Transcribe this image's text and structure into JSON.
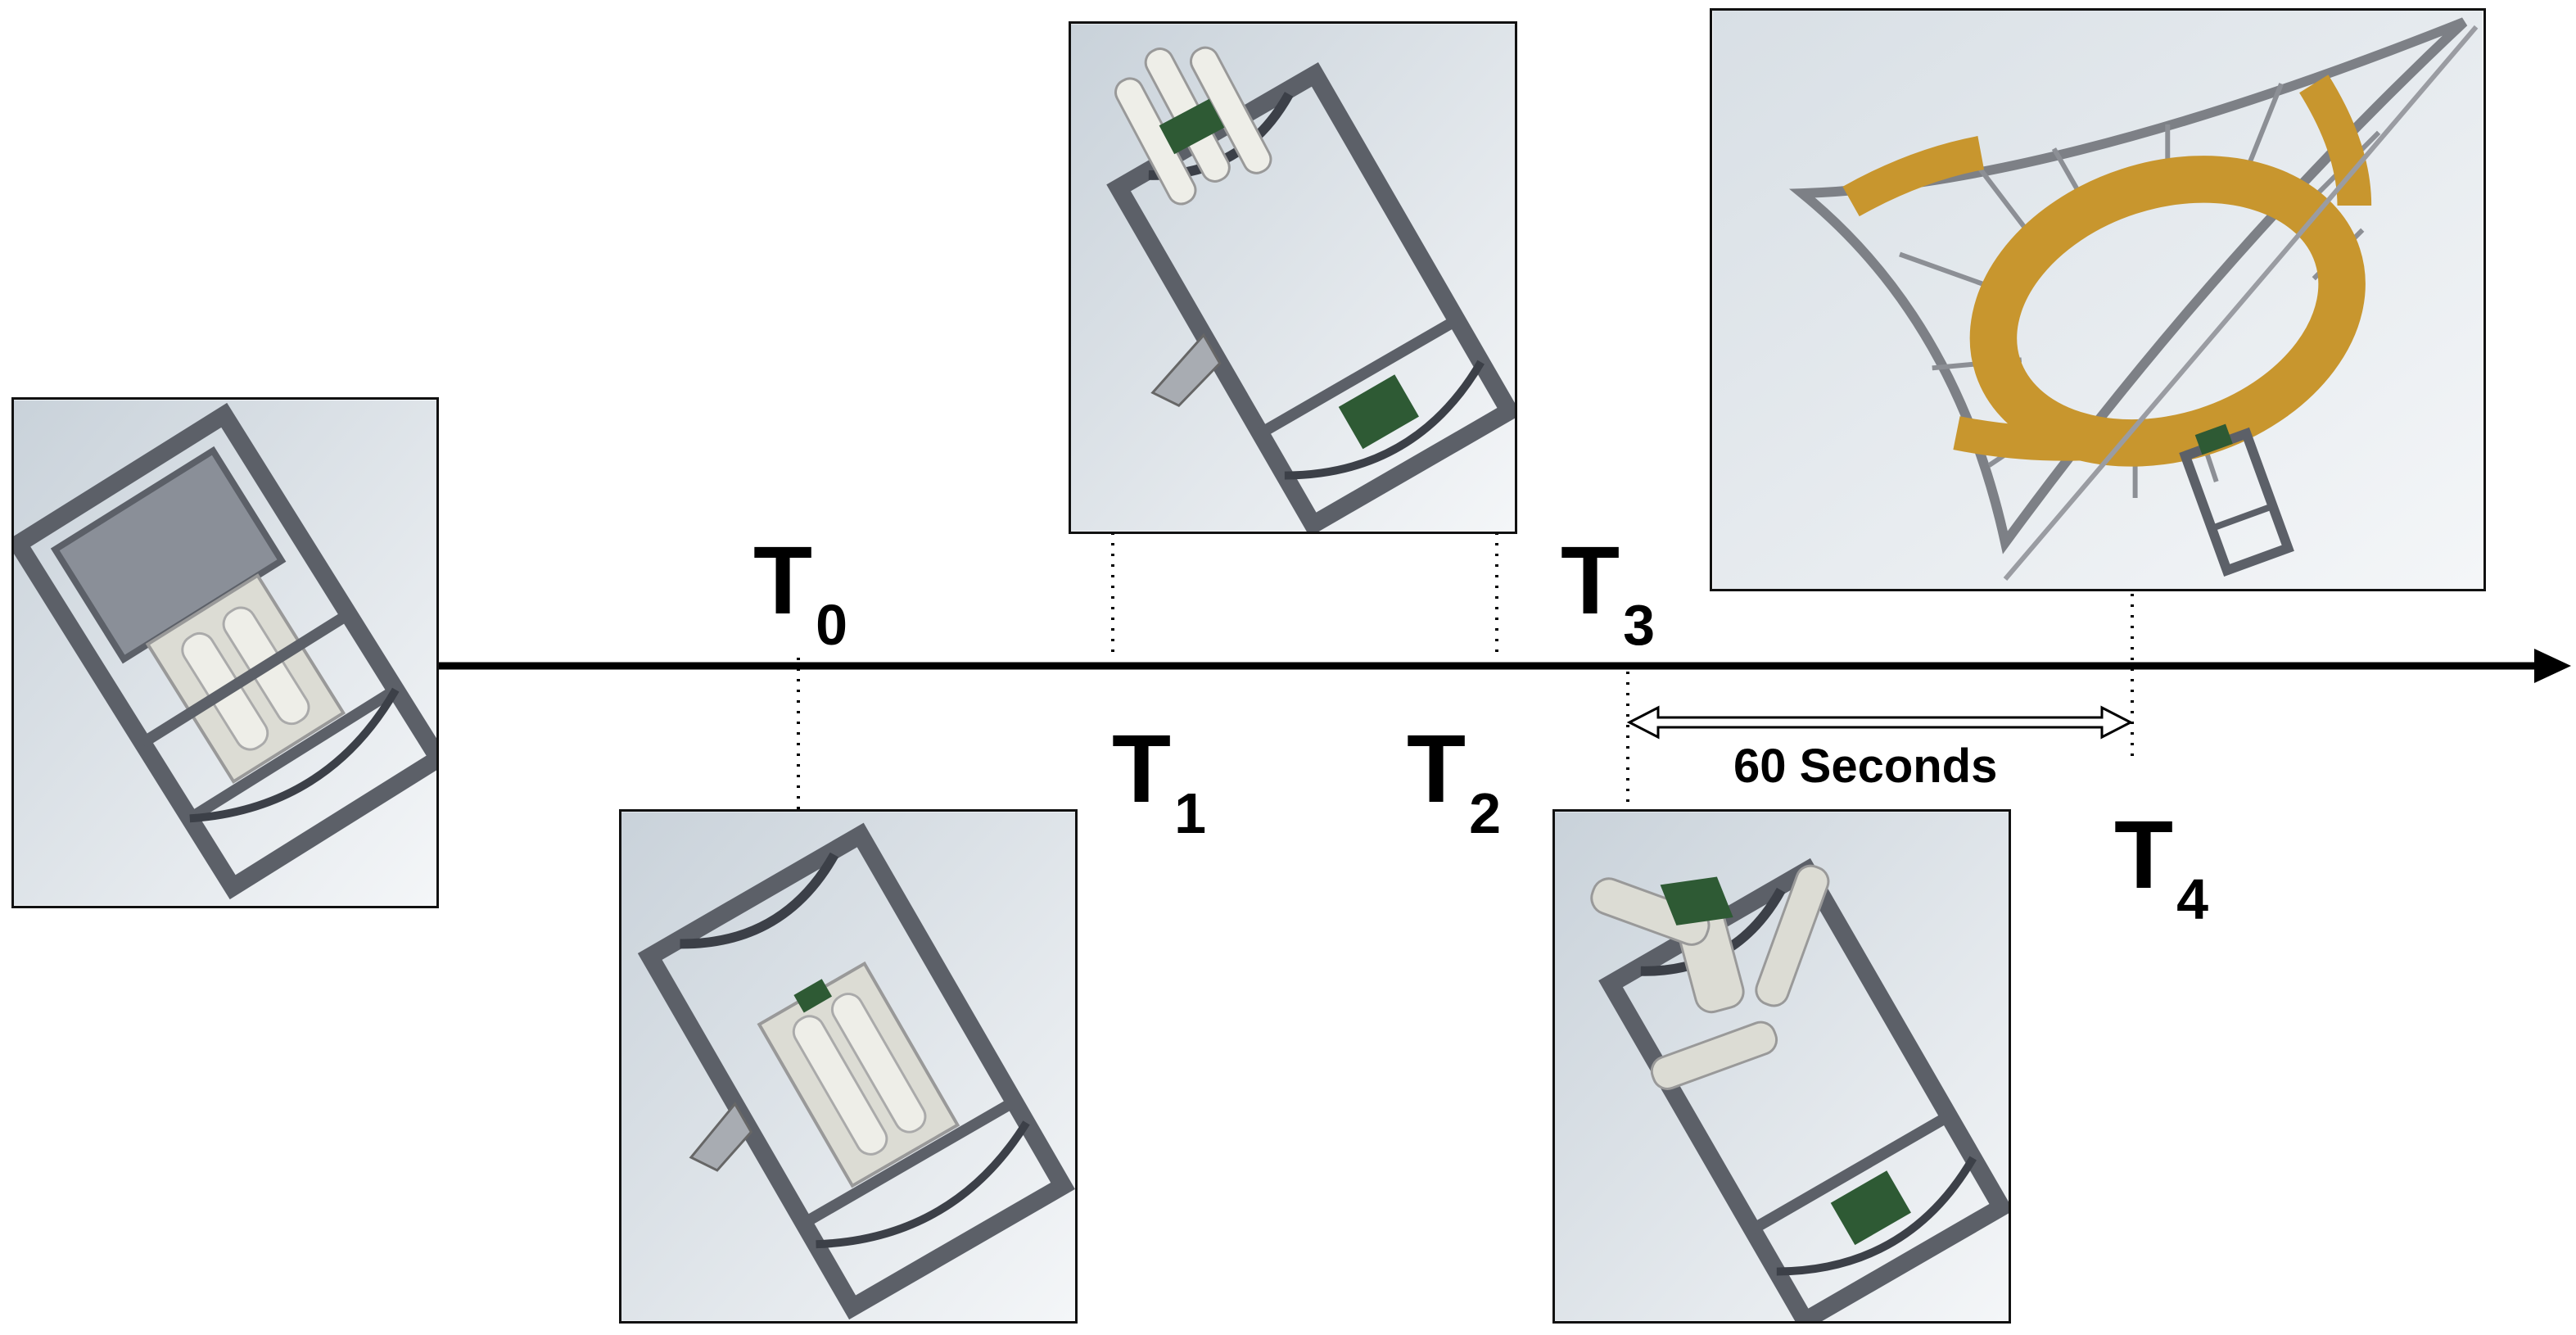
{
  "timeline": {
    "stages": [
      {
        "label": "T",
        "sub": "0"
      },
      {
        "label": "T",
        "sub": "1"
      },
      {
        "label": "T",
        "sub": "2"
      },
      {
        "label": "T",
        "sub": "3"
      },
      {
        "label": "T",
        "sub": "4"
      }
    ],
    "duration_label": "60 Seconds"
  },
  "colors": {
    "axis": "#000000",
    "frame": "#5c6068",
    "tape_gold": "#c8962e",
    "avionics_green": "#2e5a34",
    "canister": "#dcdcd4",
    "background_gradient": [
      "#c9d2da",
      "#f4f6f8"
    ]
  }
}
